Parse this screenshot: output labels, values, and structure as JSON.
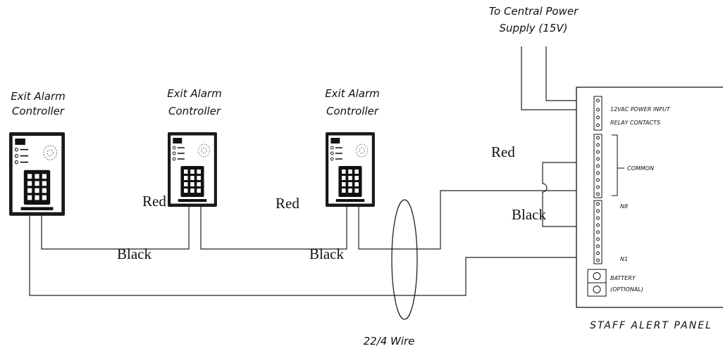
{
  "labels": {
    "power_supply_line1": "To Central Power",
    "power_supply_line2": "Supply (15V)",
    "controller_line1": "Exit Alarm",
    "controller_line2": "Controller",
    "wire_red": "Red",
    "wire_black": "Black",
    "wire_spec": "22/4 Wire",
    "panel_title": "STAFF ALERT PANEL"
  },
  "terminals": {
    "power_input": "12VAC POWER INPUT",
    "relay": "RELAY CONTACTS",
    "common": "COMMON",
    "n8": "N8",
    "n1": "N1",
    "battery_line1": "BATTERY",
    "battery_line2": "(OPTIONAL)"
  }
}
